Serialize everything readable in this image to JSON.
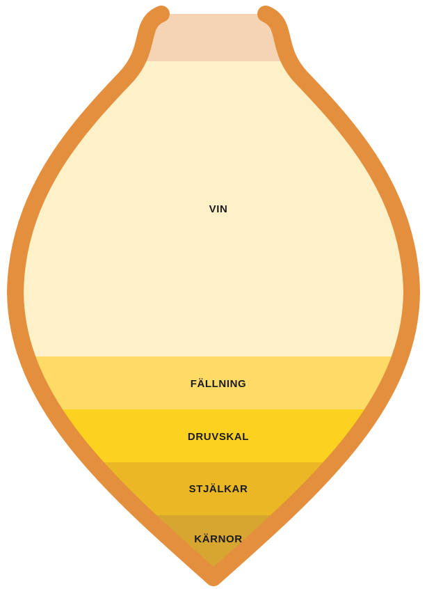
{
  "diagram": {
    "layers": [
      {
        "id": "vin",
        "label": "VIN",
        "color": "#FEF1C8"
      },
      {
        "id": "fallning",
        "label": "FÄLLNING",
        "color": "#FDDB66"
      },
      {
        "id": "druvskal",
        "label": "DRUVSKAL",
        "color": "#FDD11F"
      },
      {
        "id": "stjalkar",
        "label": "STJÄLKAR",
        "color": "#E9B824"
      },
      {
        "id": "karnor",
        "label": "KÄRNOR",
        "color": "#D6A630"
      }
    ],
    "neck_color": "#F4D4B4",
    "vessel_outline_color": "#E48F3E"
  }
}
